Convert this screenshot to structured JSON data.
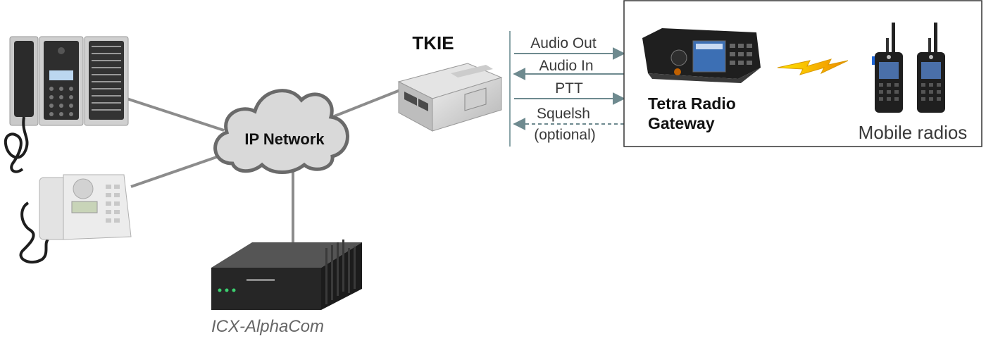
{
  "labels": {
    "tkie": "TKIE",
    "ip_network": "IP Network",
    "alphacom": "ICX-AlphaCom",
    "tetra_line1": "Tetra Radio",
    "tetra_line2": "Gateway",
    "mobile_radios": "Mobile radios"
  },
  "signals": [
    {
      "label": "Audio Out",
      "direction": "to-gateway",
      "style": "solid"
    },
    {
      "label": "Audio In",
      "direction": "to-tkie",
      "style": "solid"
    },
    {
      "label": "PTT",
      "direction": "to-gateway",
      "style": "solid"
    },
    {
      "label": "Squelsh",
      "direction": "to-tkie",
      "style": "dashed"
    }
  ],
  "signal_note": "(optional)",
  "colors": {
    "link": "#8c8c8c",
    "cloud_fill": "#d9d9d9",
    "cloud_stroke": "#6a6a6a",
    "arrow": "#6e8a8f",
    "lightning": "#f5c400"
  }
}
